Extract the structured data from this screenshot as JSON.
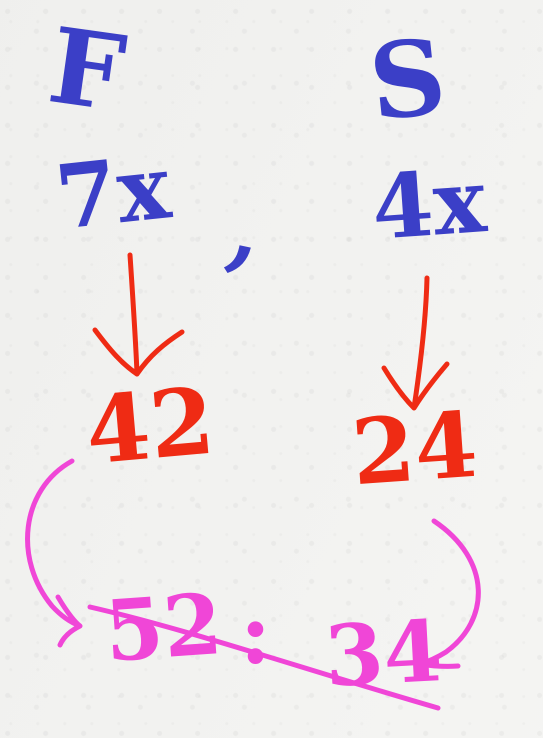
{
  "labels": {
    "first": "F",
    "second": "S"
  },
  "expressions": {
    "first": "7x",
    "separator": ",",
    "second": "4x"
  },
  "results": {
    "first": "42",
    "second": "24"
  },
  "ratio": {
    "left": "52",
    "separator": ":",
    "right": "34"
  },
  "colors": {
    "blue": "#3b3fc7",
    "red": "#ef2b14",
    "pink": "#f046d7"
  }
}
